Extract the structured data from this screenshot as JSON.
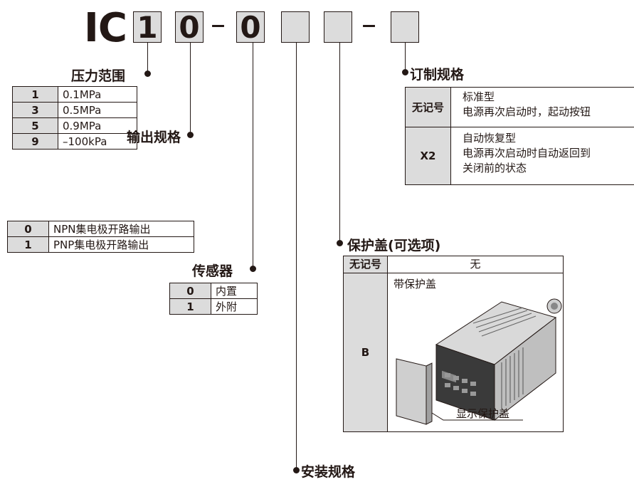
{
  "header": {
    "prefix": "IC",
    "box1": "1",
    "box2": "0",
    "dash1": "–",
    "box3": "0",
    "box4": "",
    "box5": "",
    "dash2": "–",
    "box6": ""
  },
  "pressure_range": {
    "title": "压力范围",
    "rows": [
      {
        "code": "1",
        "value": "0.1MPa"
      },
      {
        "code": "3",
        "value": "0.5MPa"
      },
      {
        "code": "5",
        "value": "0.9MPa"
      },
      {
        "code": "9",
        "value": "–100kPa"
      }
    ]
  },
  "output_spec": {
    "title": "输出规格",
    "rows": [
      {
        "code": "0",
        "value": "NPN集电极开路输出"
      },
      {
        "code": "1",
        "value": "PNP集电极开路输出"
      }
    ]
  },
  "sensor": {
    "title": "传感器",
    "rows": [
      {
        "code": "0",
        "value": "内置"
      },
      {
        "code": "1",
        "value": "外附"
      }
    ]
  },
  "custom_spec": {
    "title": "订制规格",
    "rows": [
      {
        "code": "无记号",
        "line1": "标准型",
        "line2": "电源再次启动时，起动按钮",
        "line3": ""
      },
      {
        "code": "X2",
        "line1": "自动恢复型",
        "line2": "电源再次启动时自动返回到",
        "line3": "关闭前的状态"
      }
    ]
  },
  "cover": {
    "title": "保护盖(可选项)",
    "rows": [
      {
        "code": "无记号",
        "value": "无"
      },
      {
        "code": "B",
        "value": "带保护盖"
      }
    ],
    "callout": "显示保护盖"
  },
  "mounting": {
    "title": "安装规格"
  }
}
